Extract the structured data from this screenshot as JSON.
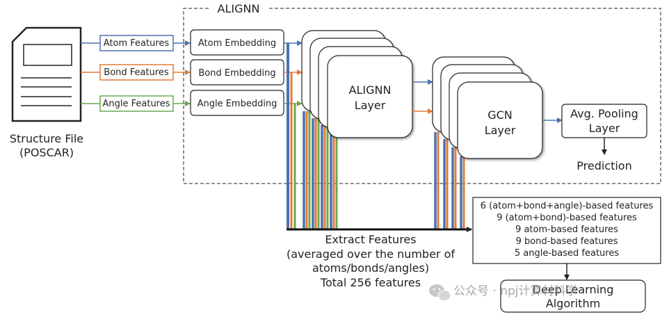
{
  "frame": {
    "title": "ALIGNN"
  },
  "file": {
    "label_line1": "Structure File",
    "label_line2": "(POSCAR)"
  },
  "inputs": {
    "atom": "Atom Features",
    "bond": "Bond Features",
    "angle": "Angle Features"
  },
  "embeddings": {
    "atom": "Atom Embedding",
    "bond": "Bond Embedding",
    "angle": "Angle Embedding"
  },
  "alignn_layer": {
    "line1": "ALIGNN",
    "line2": "Layer"
  },
  "gcn_layer": {
    "line1": "GCN",
    "line2": "Layer"
  },
  "pooling": {
    "line1": "Avg. Pooling",
    "line2": "Layer"
  },
  "prediction": "Prediction",
  "extract": {
    "line1": "Extract Features",
    "line2": "(averaged over the number of",
    "line3": "atoms/bonds/angles)",
    "line4": "Total 256 features"
  },
  "feature_list": [
    "6 (atom+bond+angle)-based features",
    "9 (atom+bond)-based features",
    "9 atom-based features",
    "9 bond-based features",
    "5 angle-based features"
  ],
  "deep_learning": {
    "line1": "Deep Learning",
    "line2": "Algorithm"
  },
  "watermark": "公众号 · npj计算材料学",
  "colors": {
    "atom": "#4a72b0",
    "bond": "#e07b39",
    "angle": "#6aa84f",
    "stroke": "#222222"
  }
}
